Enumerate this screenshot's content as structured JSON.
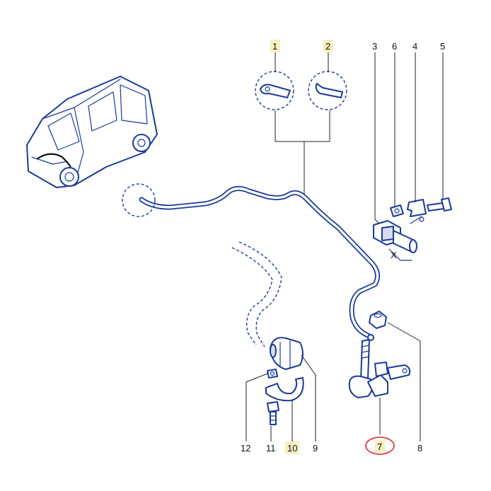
{
  "callouts": [
    {
      "id": "1",
      "label": "1"
    },
    {
      "id": "2",
      "label": "2"
    },
    {
      "id": "3",
      "label": "3"
    },
    {
      "id": "6",
      "label": "6"
    },
    {
      "id": "4",
      "label": "4"
    },
    {
      "id": "5",
      "label": "5"
    },
    {
      "id": "12",
      "label": "12"
    },
    {
      "id": "11",
      "label": "11"
    },
    {
      "id": "10",
      "label": "10"
    },
    {
      "id": "9",
      "label": "9"
    },
    {
      "id": "7",
      "label": "7"
    },
    {
      "id": "8",
      "label": "8"
    }
  ],
  "dimension_label": "X",
  "selected_callout": "7",
  "colors": {
    "line": "#1a3a9a",
    "highlight": "#e0242a",
    "label_bg": "#f6f0c0"
  }
}
